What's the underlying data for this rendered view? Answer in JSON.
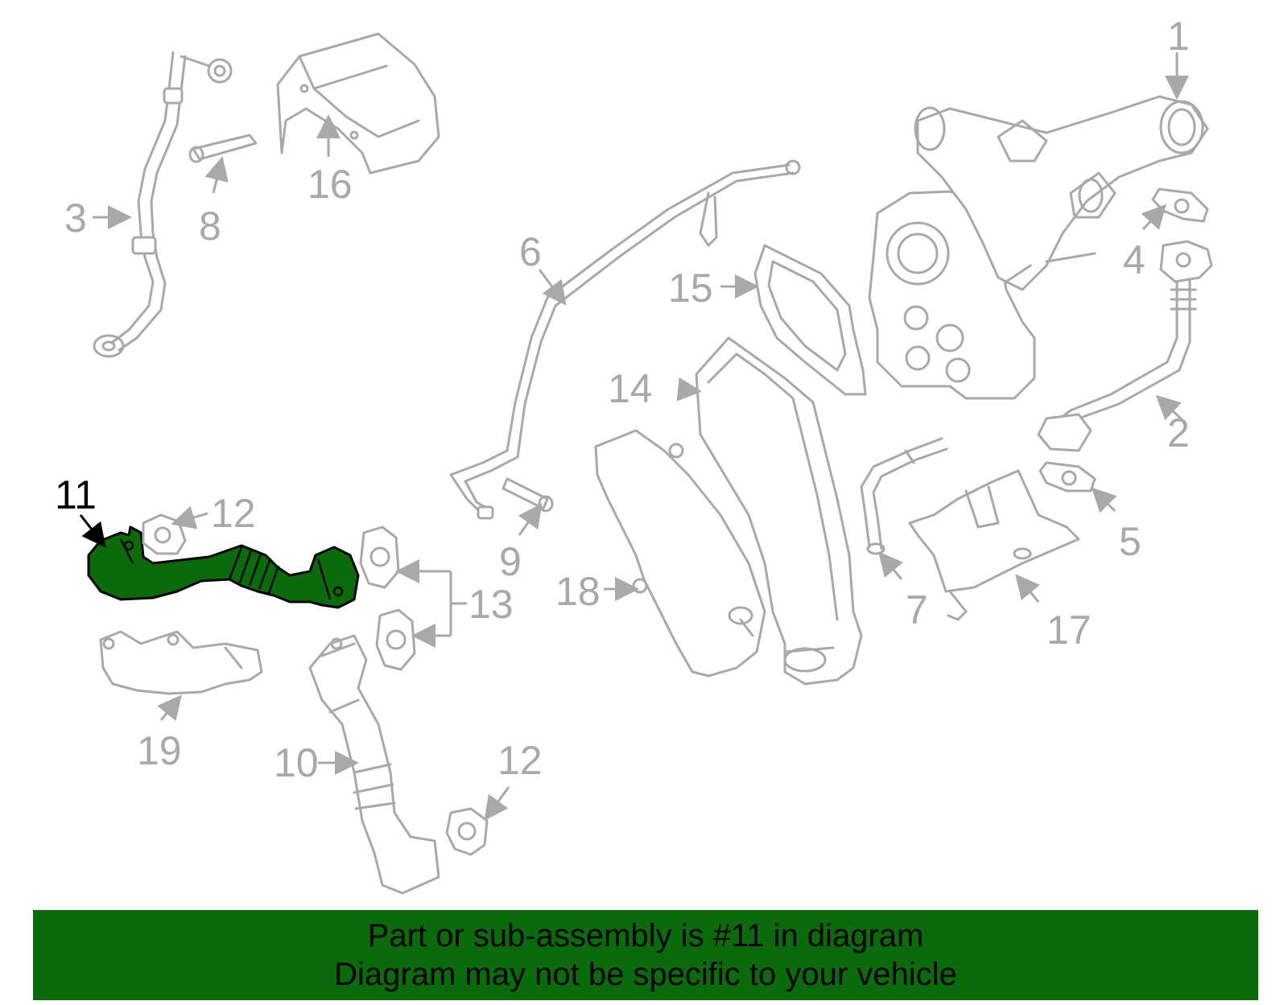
{
  "diagram": {
    "highlighted_part": "11",
    "accent_color": "#0a6b0a",
    "part_line_color": "#a9a9a9",
    "callouts": {
      "c1": "1",
      "c2": "2",
      "c3": "3",
      "c4": "4",
      "c5": "5",
      "c6": "6",
      "c7": "7",
      "c8": "8",
      "c9": "9",
      "c10": "10",
      "c11": "11",
      "c12a": "12",
      "c12b": "12",
      "c13": "13",
      "c14": "14",
      "c15": "15",
      "c16": "16",
      "c17": "17",
      "c18": "18",
      "c19": "19"
    }
  },
  "banner": {
    "line1": "Part or sub-assembly is #11 in diagram",
    "line2": "Diagram may not be specific to your vehicle"
  }
}
